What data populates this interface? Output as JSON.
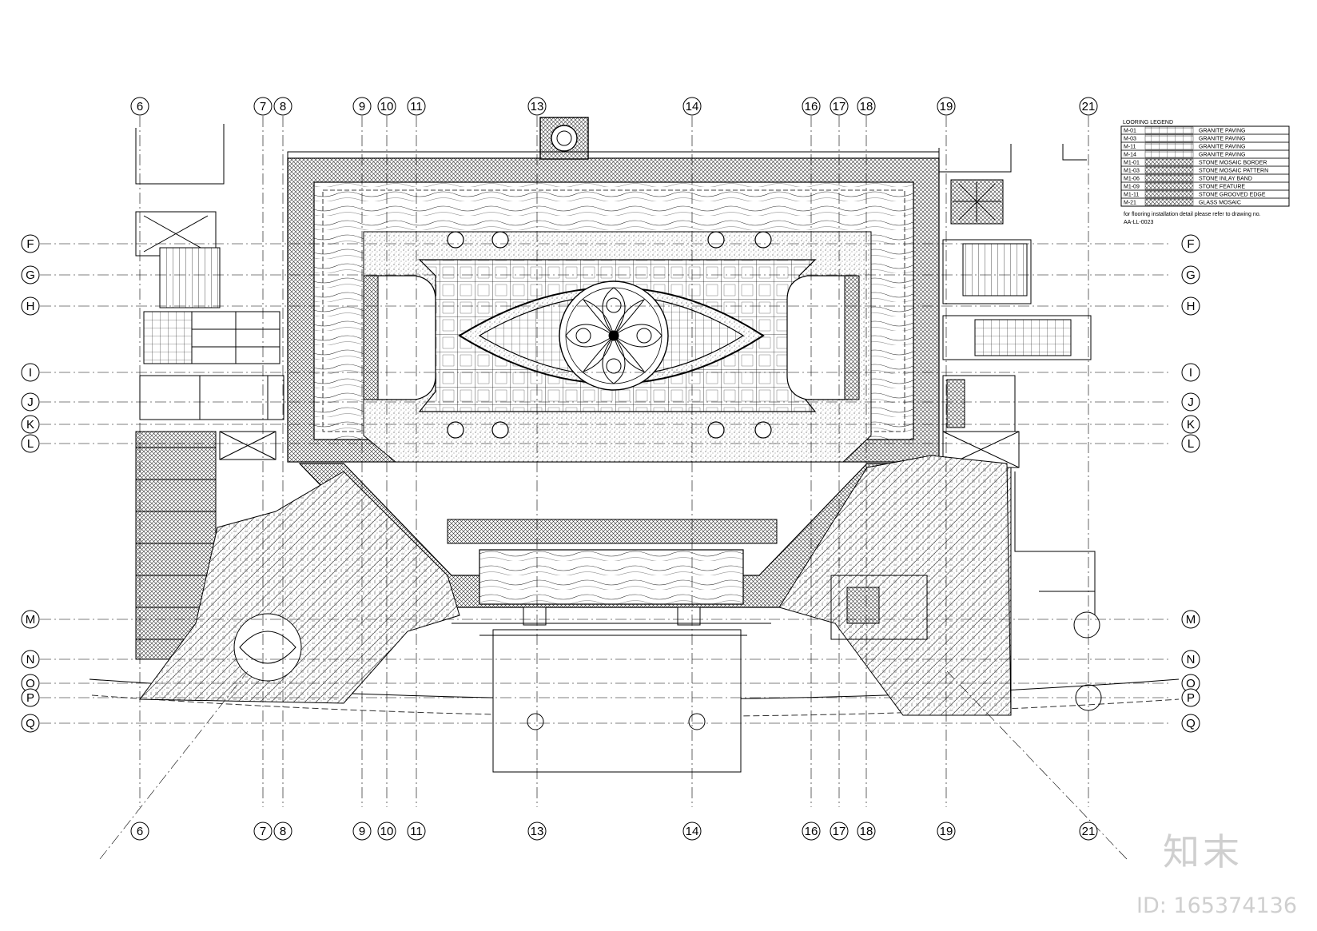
{
  "plan": {
    "column_grid_top": [
      "6",
      "7",
      "8",
      "9",
      "10",
      "11",
      "13",
      "14",
      "16",
      "17",
      "18",
      "19",
      "21"
    ],
    "column_grid_bottom": [
      "6",
      "7",
      "8",
      "9",
      "10",
      "11",
      "13",
      "14",
      "16",
      "17",
      "18",
      "19",
      "21"
    ],
    "row_grid_left": [
      "F",
      "G",
      "H",
      "I",
      "J",
      "K",
      "L",
      "M",
      "N",
      "O",
      "P",
      "Q"
    ],
    "row_grid_right": [
      "F",
      "G",
      "H",
      "I",
      "J",
      "K",
      "L",
      "M",
      "N",
      "O",
      "P",
      "Q"
    ]
  },
  "legend": {
    "title": "LOORING LEGEND",
    "rows": [
      {
        "code": "M-01",
        "desc": "GRANITE PAVING"
      },
      {
        "code": "M-03",
        "desc": "GRANITE PAVING"
      },
      {
        "code": "M-11",
        "desc": "GRANITE PAVING"
      },
      {
        "code": "M-14",
        "desc": "GRANITE PAVING"
      },
      {
        "code": "M1-01",
        "desc": "STONE MOSAIC BORDER"
      },
      {
        "code": "M1-03",
        "desc": "STONE MOSAIC PATTERN"
      },
      {
        "code": "M1-06",
        "desc": "STONE INLAY BAND"
      },
      {
        "code": "M1-09",
        "desc": "STONE FEATURE"
      },
      {
        "code": "M1-11",
        "desc": "STONE GROOVED EDGE"
      },
      {
        "code": "M-21",
        "desc": "GLASS MOSAIC"
      }
    ],
    "note": "for flooring installation detail please refer to drawing no.",
    "note2": "AA-LL-0023"
  },
  "watermark": {
    "brand": "知末",
    "id": "ID: 165374136"
  }
}
